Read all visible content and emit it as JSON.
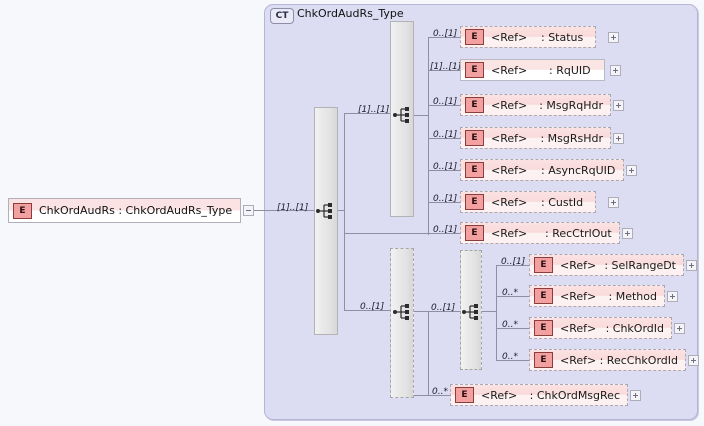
{
  "diagram": {
    "kind": "xsd-schema-element-diagram",
    "root_element": {
      "badge": "E",
      "label": "ChkOrdAudRs : ChkOrdAudRs_Type",
      "name": "ChkOrdAudRs",
      "type": "ChkOrdAudRs_Type",
      "toggle": "minus"
    },
    "complex_type": {
      "badge": "CT",
      "title": "ChkOrdAudRs_Type"
    },
    "root_connector_cardinality": "[1]..[1]",
    "groups": {
      "outer_sequence": {
        "icon": "sequence-icon",
        "border": "solid"
      },
      "upper_sequence": {
        "icon": "sequence-icon",
        "border": "solid",
        "cardinality": "[1]..[1]"
      },
      "lower_sequence": {
        "icon": "sequence-icon",
        "border": "dashed",
        "cardinality": "0..[1]"
      },
      "inner_sequence": {
        "icon": "sequence-icon",
        "border": "dashed",
        "cardinality": "0..[1]"
      }
    },
    "ref_label": "<Ref>",
    "elements": [
      {
        "badge": "E",
        "ref": "<Ref>",
        "name": ": Status",
        "cardinality": "0..[1]",
        "border": "dashed",
        "toggle": "plus"
      },
      {
        "badge": "E",
        "ref": "<Ref>",
        "name": ": RqUID",
        "cardinality": "[1]..[1]",
        "border": "solid",
        "toggle": "plus"
      },
      {
        "badge": "E",
        "ref": "<Ref>",
        "name": ": MsgRqHdr",
        "cardinality": "0..[1]",
        "border": "dashed",
        "toggle": "plus"
      },
      {
        "badge": "E",
        "ref": "<Ref>",
        "name": ": MsgRsHdr",
        "cardinality": "0..[1]",
        "border": "dashed",
        "toggle": "plus"
      },
      {
        "badge": "E",
        "ref": "<Ref>",
        "name": ": AsyncRqUID",
        "cardinality": "0..[1]",
        "border": "dashed",
        "toggle": "plus"
      },
      {
        "badge": "E",
        "ref": "<Ref>",
        "name": ": CustId",
        "cardinality": "0..[1]",
        "border": "dashed",
        "toggle": "plus"
      },
      {
        "badge": "E",
        "ref": "<Ref>",
        "name": ": RecCtrlOut",
        "cardinality": "0..[1]",
        "border": "dashed",
        "toggle": "plus"
      },
      {
        "badge": "E",
        "ref": "<Ref>",
        "name": ": SelRangeDt",
        "cardinality": "0..[1]",
        "border": "dashed",
        "toggle": "plus"
      },
      {
        "badge": "E",
        "ref": "<Ref>",
        "name": ": Method",
        "cardinality": "0..*",
        "border": "dashed",
        "toggle": "plus"
      },
      {
        "badge": "E",
        "ref": "<Ref>",
        "name": ": ChkOrdId",
        "cardinality": "0..*",
        "border": "dashed",
        "toggle": "plus"
      },
      {
        "badge": "E",
        "ref": "<Ref>",
        "name": ": RecChkOrdId",
        "cardinality": "0..*",
        "border": "dashed",
        "toggle": "plus"
      },
      {
        "badge": "E",
        "ref": "<Ref>",
        "name": ": ChkOrdMsgRec",
        "cardinality": "0..*",
        "border": "dashed",
        "toggle": "plus"
      }
    ],
    "colors": {
      "page_background": "#f7f8fc",
      "container_fill": "#dcdcf2",
      "container_border": "#b5b5d6",
      "element_fill": "#fbe2e2",
      "element_badge": "#f2a0a0",
      "group_bar": "#e9e9e9",
      "line": "#8e8ea5"
    }
  }
}
